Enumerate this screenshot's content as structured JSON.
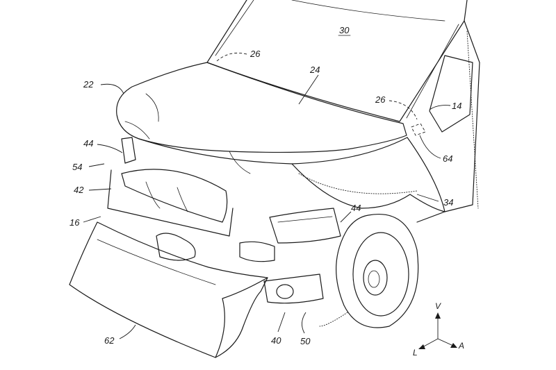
{
  "figure": {
    "reference_numerals": [
      {
        "id": "ref-30",
        "text": "30",
        "underlined": true
      },
      {
        "id": "ref-26-left",
        "text": "26"
      },
      {
        "id": "ref-24",
        "text": "24"
      },
      {
        "id": "ref-22",
        "text": "22"
      },
      {
        "id": "ref-26-right",
        "text": "26"
      },
      {
        "id": "ref-14",
        "text": "14"
      },
      {
        "id": "ref-44-left",
        "text": "44"
      },
      {
        "id": "ref-64",
        "text": "64"
      },
      {
        "id": "ref-54",
        "text": "54"
      },
      {
        "id": "ref-42",
        "text": "42"
      },
      {
        "id": "ref-34",
        "text": "34"
      },
      {
        "id": "ref-44-right",
        "text": "44"
      },
      {
        "id": "ref-16",
        "text": "16"
      },
      {
        "id": "ref-62",
        "text": "62"
      },
      {
        "id": "ref-40",
        "text": "40"
      },
      {
        "id": "ref-50",
        "text": "50"
      }
    ],
    "axes_triad": {
      "vertical": "V",
      "lateral": "L",
      "axial": "A"
    }
  }
}
